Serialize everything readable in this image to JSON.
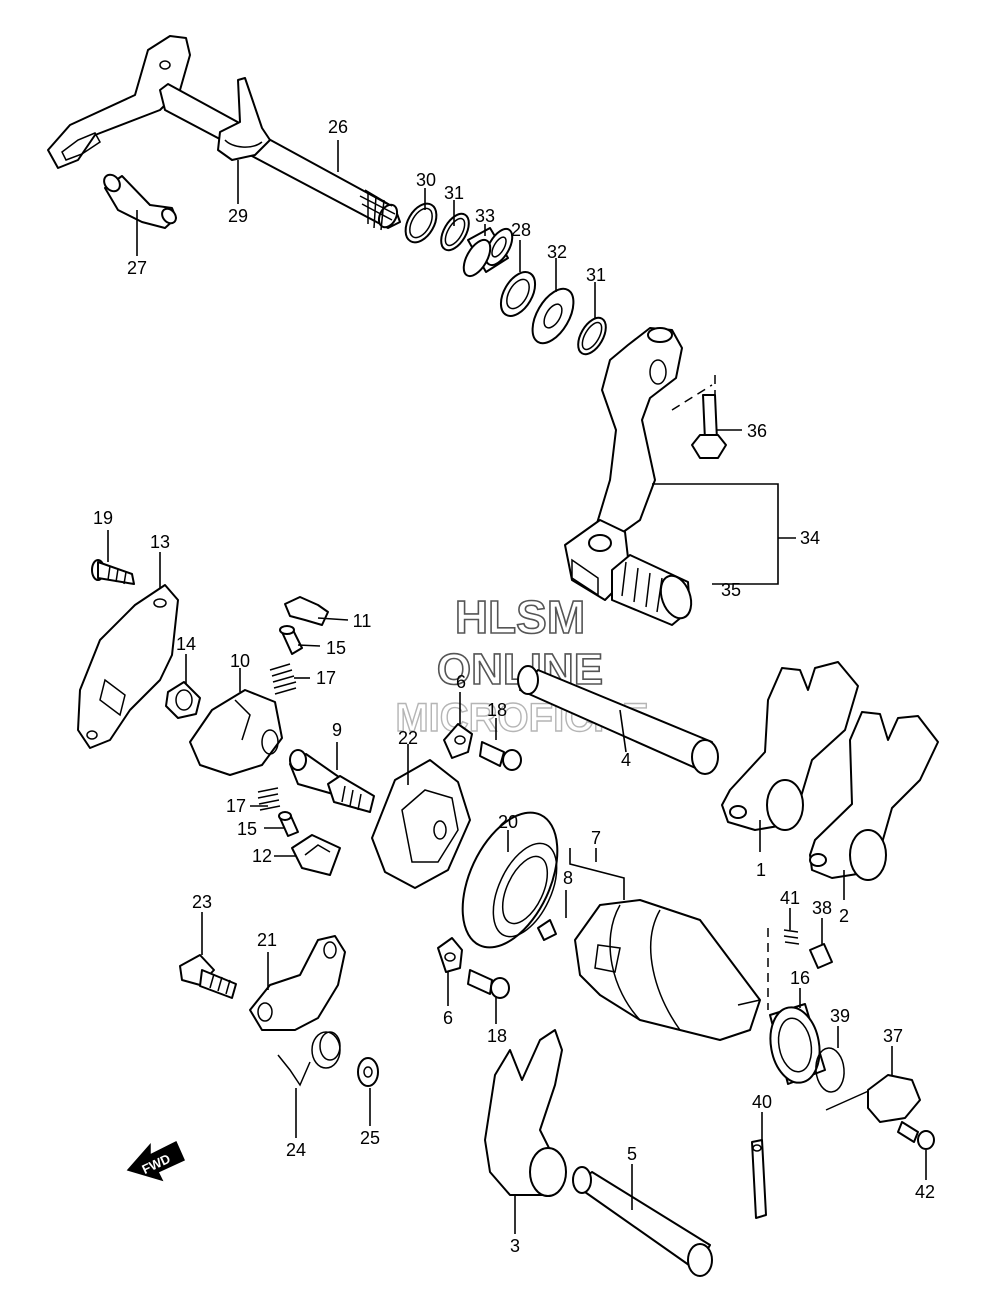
{
  "watermark": {
    "line1": "HLSM",
    "line2": "ONLINE",
    "line3": "MICROFICHE"
  },
  "direction_arrow": "FWD",
  "callouts": [
    {
      "id": "c1",
      "label": "1"
    },
    {
      "id": "c2",
      "label": "2"
    },
    {
      "id": "c3",
      "label": "3"
    },
    {
      "id": "c4",
      "label": "4"
    },
    {
      "id": "c5",
      "label": "5"
    },
    {
      "id": "c6a",
      "label": "6"
    },
    {
      "id": "c6b",
      "label": "6"
    },
    {
      "id": "c7",
      "label": "7"
    },
    {
      "id": "c8",
      "label": "8"
    },
    {
      "id": "c9",
      "label": "9"
    },
    {
      "id": "c10",
      "label": "10"
    },
    {
      "id": "c11",
      "label": "11"
    },
    {
      "id": "c12",
      "label": "12"
    },
    {
      "id": "c13",
      "label": "13"
    },
    {
      "id": "c14",
      "label": "14"
    },
    {
      "id": "c15a",
      "label": "15"
    },
    {
      "id": "c15b",
      "label": "15"
    },
    {
      "id": "c16",
      "label": "16"
    },
    {
      "id": "c17a",
      "label": "17"
    },
    {
      "id": "c17b",
      "label": "17"
    },
    {
      "id": "c18a",
      "label": "18"
    },
    {
      "id": "c18b",
      "label": "18"
    },
    {
      "id": "c19",
      "label": "19"
    },
    {
      "id": "c20",
      "label": "20"
    },
    {
      "id": "c21",
      "label": "21"
    },
    {
      "id": "c22",
      "label": "22"
    },
    {
      "id": "c23",
      "label": "23"
    },
    {
      "id": "c24",
      "label": "24"
    },
    {
      "id": "c25",
      "label": "25"
    },
    {
      "id": "c26",
      "label": "26"
    },
    {
      "id": "c27",
      "label": "27"
    },
    {
      "id": "c28",
      "label": "28"
    },
    {
      "id": "c29",
      "label": "29"
    },
    {
      "id": "c30",
      "label": "30"
    },
    {
      "id": "c31a",
      "label": "31"
    },
    {
      "id": "c31b",
      "label": "31"
    },
    {
      "id": "c32",
      "label": "32"
    },
    {
      "id": "c33",
      "label": "33"
    },
    {
      "id": "c34",
      "label": "34"
    },
    {
      "id": "c35",
      "label": "35"
    },
    {
      "id": "c36",
      "label": "36"
    },
    {
      "id": "c37",
      "label": "37"
    },
    {
      "id": "c38",
      "label": "38"
    },
    {
      "id": "c39",
      "label": "39"
    },
    {
      "id": "c40",
      "label": "40"
    },
    {
      "id": "c41",
      "label": "41"
    },
    {
      "id": "c42",
      "label": "42"
    }
  ]
}
